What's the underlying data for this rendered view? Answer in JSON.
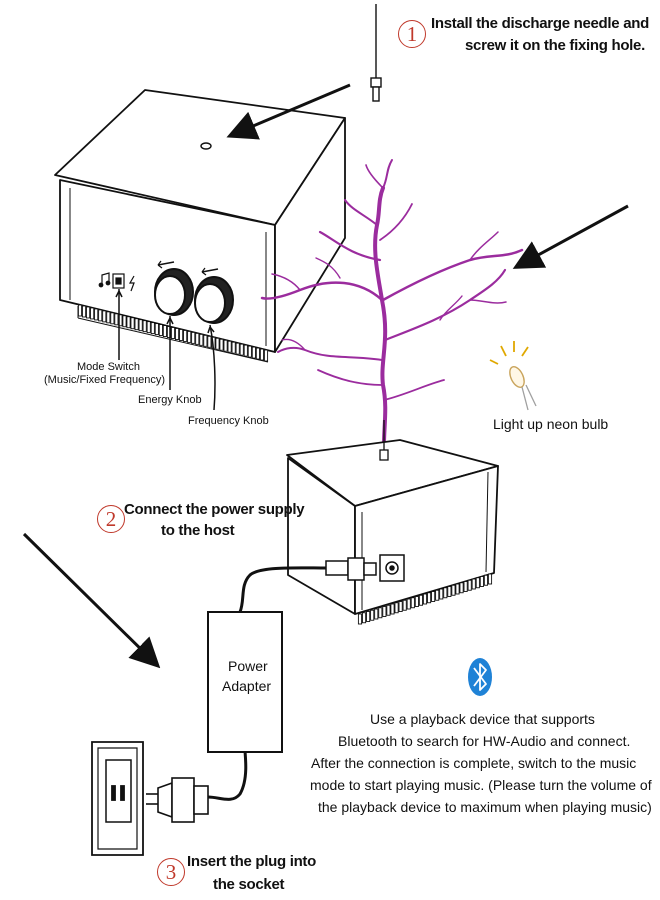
{
  "steps": [
    {
      "number": "1",
      "line1": "Install the discharge needle and",
      "line2": "screw it on the fixing hole."
    },
    {
      "number": "2",
      "line1": "Connect the power supply",
      "line2": "to the host"
    },
    {
      "number": "3",
      "line1": "Insert the plug into",
      "line2": "the socket"
    }
  ],
  "labels": {
    "mode_switch_line1": "Mode Switch",
    "mode_switch_line2": "(Music/Fixed Frequency)",
    "energy_knob": "Energy Knob",
    "frequency_knob": "Frequency Knob",
    "neon_bulb": "Light up neon bulb",
    "adapter_line1": "Power",
    "adapter_line2": "Adapter"
  },
  "bluetooth_text": [
    "Use a playback device that supports",
    "Bluetooth to search for HW-Audio and connect.",
    "After the connection is complete, switch to the music",
    "mode to start playing music. (Please turn the volume of",
    "the playback device to maximum when playing music)"
  ],
  "colors": {
    "step_circle": "#c0392b",
    "arc": "#9b2c9e",
    "bluetooth": "#1f82d6",
    "line": "#111111"
  },
  "icons": [
    "discharge-needle-icon",
    "neon-bulb-icon",
    "bluetooth-icon",
    "music-note-icon",
    "lightning-icon"
  ]
}
